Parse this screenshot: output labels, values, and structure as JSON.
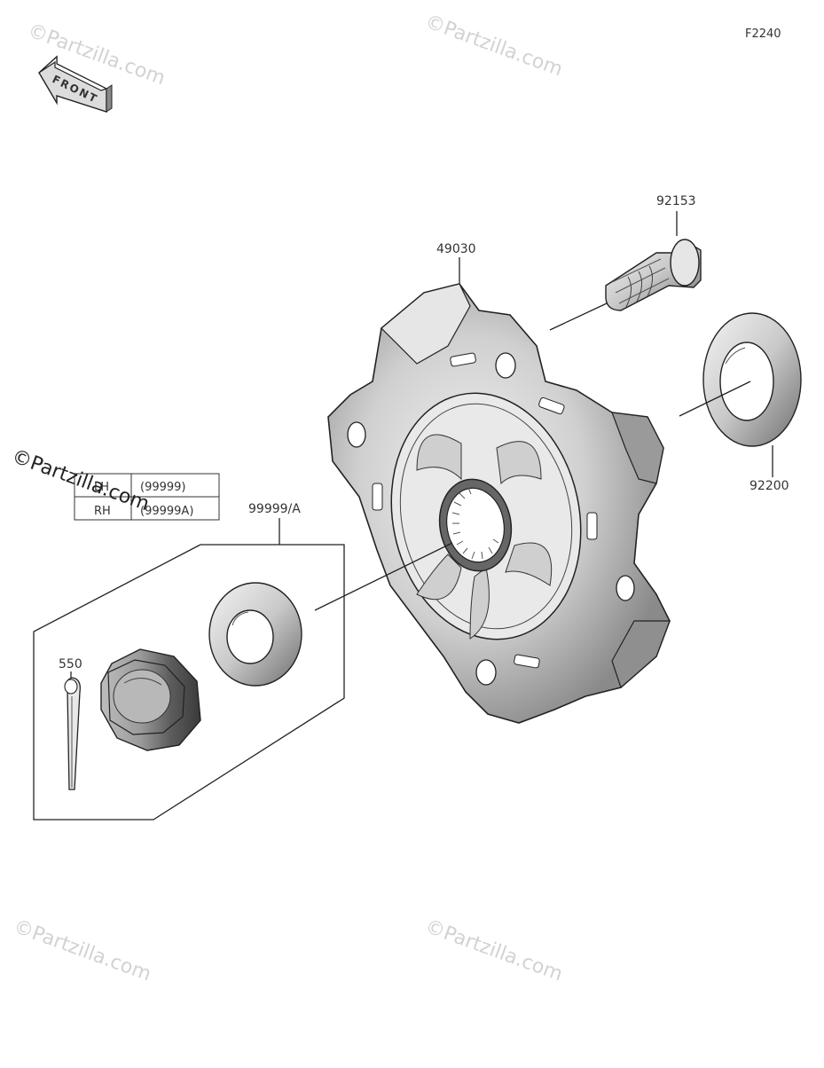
{
  "diagram": {
    "figure_code": "F2240",
    "front_label": "FRONT",
    "parts": {
      "bolt": "92153",
      "hub": "49030",
      "washer_seal": "92200",
      "kit": "99999/A",
      "cotter_pin": "550"
    },
    "side_table": {
      "rows": [
        {
          "side": "LH",
          "code": "(99999)"
        },
        {
          "side": "RH",
          "code": "(99999A)"
        }
      ]
    },
    "watermark": "©Partzilla.com"
  }
}
